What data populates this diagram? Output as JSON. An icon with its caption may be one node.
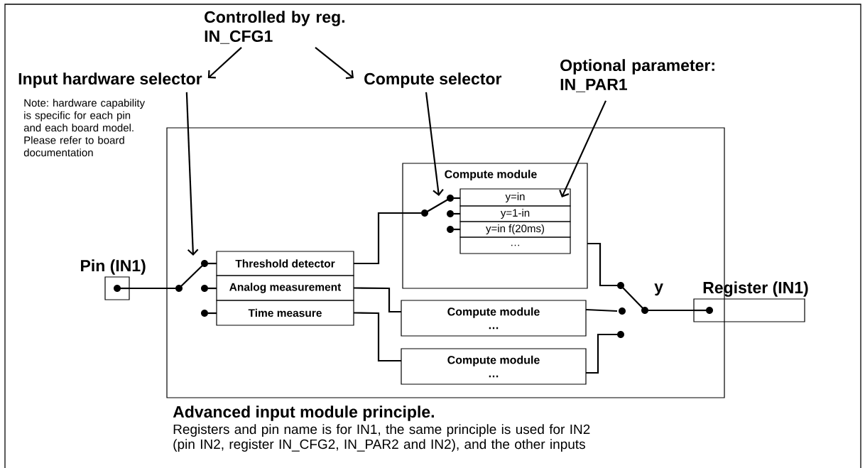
{
  "diagram": {
    "title": "Advanced input module principle.",
    "caption": "Registers and pin name is for IN1, the same principle is used for IN2 (pin IN2, register IN_CFG2, IN_PAR2 and IN2), and the other inputs",
    "nodes": [
      {
        "text": [
          "Controlled by reg. IN_CFG1"
        ]
      },
      {
        "text": [
          "Input hardware selector"
        ]
      },
      {
        "text": [
          "Compute selector"
        ]
      },
      {
        "text": [
          "Optional parameter: IN_PAR1"
        ]
      },
      {
        "text": [],
        "shape": "box"
      },
      {
        "text": [
          "Pin (IN1)"
        ]
      },
      {
        "text": [
          "Threshold detector"
        ],
        "in": 4
      },
      {
        "text": [
          "Analog measurement"
        ],
        "in": 4
      },
      {
        "text": [
          "Time measure"
        ],
        "in": 4
      },
      {
        "text": [
          "Compute module"
        ],
        "in": 4
      },
      {
        "text": [
          "y=in"
        ],
        "in": 9
      },
      {
        "text": [
          "y=1-in"
        ],
        "in": 9
      },
      {
        "text": [
          "y=in f(20ms)"
        ],
        "in": 9
      },
      {
        "text": [
          "…"
        ],
        "in": 9
      },
      {
        "text": [
          "Compute module",
          "…"
        ],
        "in": 4
      },
      {
        "text": [
          "Compute module",
          "…"
        ],
        "in": 4
      },
      {
        "text": [
          "Register (IN1)"
        ]
      },
      {
        "text": [],
        "shape": "switch",
        "in": 4
      },
      {
        "text": [],
        "shape": "switch",
        "in": 9
      },
      {
        "text": [],
        "shape": "switch",
        "in": 4
      }
    ],
    "edges": [
      {
        "from": 0,
        "to": 1,
        "arrow": "to"
      },
      {
        "from": 0,
        "to": 2,
        "arrow": "to"
      },
      {
        "from": 1,
        "to": 17,
        "arrow": "to"
      },
      {
        "from": 2,
        "to": 18,
        "arrow": "to"
      },
      {
        "from": 3,
        "to": 10,
        "arrow": "to"
      },
      {
        "from": 5,
        "to": 17,
        "arrow": "none"
      },
      {
        "from": 17,
        "to": 6,
        "arrow": "none"
      },
      {
        "from": 17,
        "to": 7,
        "arrow": "none"
      },
      {
        "from": 17,
        "to": 8,
        "arrow": "none"
      },
      {
        "from": 6,
        "to": 18,
        "arrow": "none"
      },
      {
        "from": 18,
        "to": 10,
        "arrow": "none"
      },
      {
        "from": 18,
        "to": 11,
        "arrow": "none"
      },
      {
        "from": 18,
        "to": 12,
        "arrow": "none"
      },
      {
        "from": 7,
        "to": 14,
        "arrow": "none"
      },
      {
        "from": 8,
        "to": 15,
        "arrow": "none"
      },
      {
        "from": 9,
        "to": 19,
        "arrow": "none"
      },
      {
        "from": 14,
        "to": 19,
        "arrow": "none"
      },
      {
        "from": 15,
        "to": 19,
        "arrow": "none"
      },
      {
        "from": 19,
        "to": 16,
        "arrow": "none"
      }
    ],
    "labels": [
      "Note: hardware capability is specific for each pin and each board model. Please refer to board documentation",
      "y"
    ]
  }
}
